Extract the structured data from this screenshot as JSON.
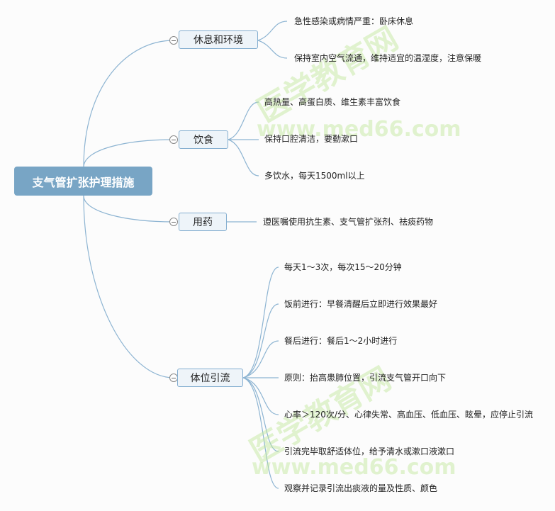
{
  "root": {
    "label": "支气管扩张护理措施"
  },
  "branches": [
    {
      "label": "休息和环境",
      "leaves": [
        "急性感染或病情严重：卧床休息",
        "保持室内空气流通，维持适宜的温湿度，注意保暖"
      ]
    },
    {
      "label": "饮食",
      "leaves": [
        "高热量、高蛋白质、维生素丰富饮食",
        "保持口腔清洁，要勤漱口",
        "多饮水，每天1500ml以上"
      ]
    },
    {
      "label": "用药",
      "leaves": [
        "遵医嘱使用抗生素、支气管扩张剂、祛痰药物"
      ]
    },
    {
      "label": "体位引流",
      "leaves": [
        "每天1～3次，每次15～20分钟",
        "饭前进行：早餐清醒后立即进行效果最好",
        "餐后进行：餐后1～2小时进行",
        "原则：抬高患肺位置，引流支气管开口向下",
        "心率＞120次/分、心律失常、高血压、低血压、眩晕，应停止引流",
        "引流完毕取舒适体位，给予清水或漱口液漱口",
        "观察并记录引流出痰液的量及性质、颜色"
      ]
    }
  ],
  "watermark": {
    "cn": "医学教育网",
    "url": "www.med66.com"
  },
  "colors": {
    "root": "#78a5c5",
    "line": "#84aed0",
    "branch_bg": "#eef4f9"
  }
}
